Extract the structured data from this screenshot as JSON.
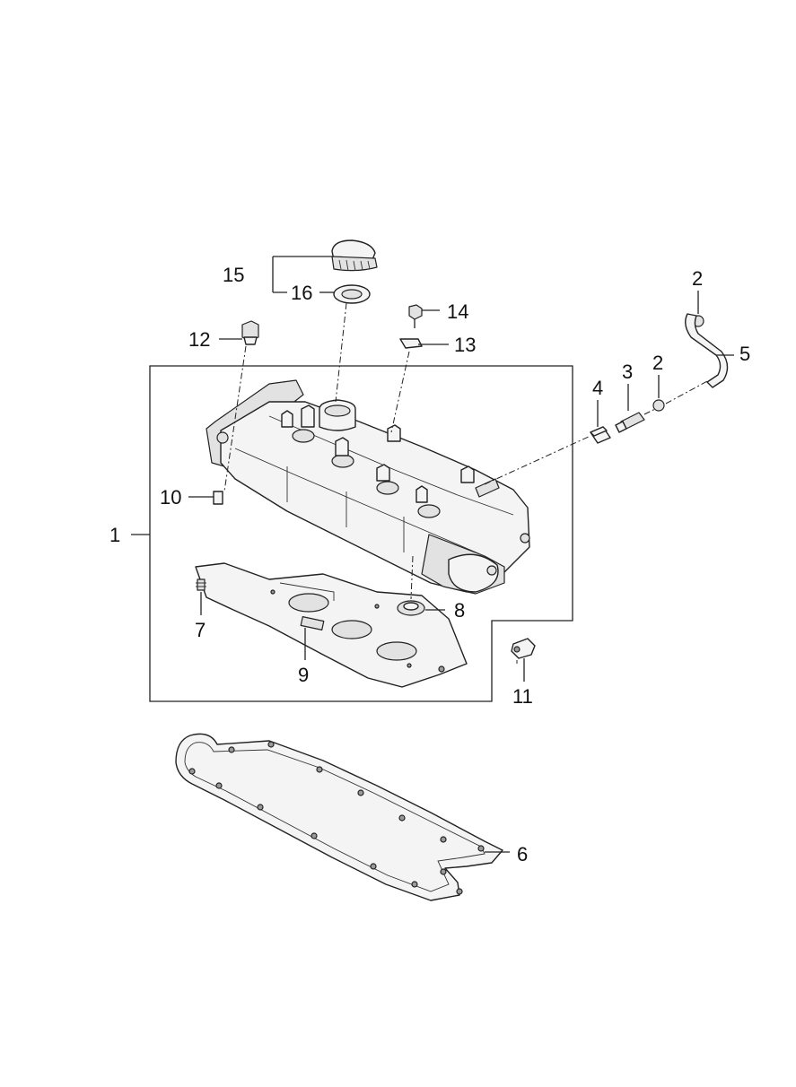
{
  "callouts": {
    "c1": "1",
    "c2a": "2",
    "c2b": "2",
    "c3": "3",
    "c4": "4",
    "c5": "5",
    "c6": "6",
    "c7": "7",
    "c8": "8",
    "c9": "9",
    "c10": "10",
    "c11": "11",
    "c12": "12",
    "c13": "13",
    "c14": "14",
    "c15": "15",
    "c16": "16"
  },
  "colors": {
    "line": "#222222",
    "background": "#ffffff"
  }
}
